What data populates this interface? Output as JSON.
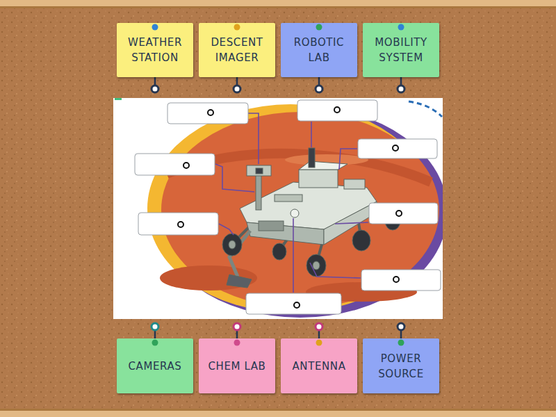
{
  "diagram": {
    "nodes": [
      {
        "text": [
          "WEATHER STATION"
        ]
      },
      {
        "text": [
          "DESCENT IMAGER"
        ]
      },
      {
        "text": [
          "ROBOTIC LAB"
        ]
      },
      {
        "text": [
          "MOBILITY SYSTEM"
        ]
      },
      {
        "text": [
          "CAMERAS"
        ]
      },
      {
        "text": [
          "CHEM LAB"
        ]
      },
      {
        "text": [
          "ANTENNA"
        ]
      },
      {
        "text": [
          "POWER SOURCE"
        ]
      }
    ]
  }
}
